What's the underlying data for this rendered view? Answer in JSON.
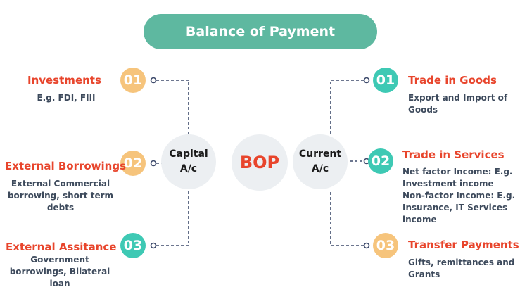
{
  "title": "Balance of Payment",
  "center": {
    "label": "BOP"
  },
  "capital": {
    "label": "Capital\nA/c"
  },
  "current": {
    "label": "Current\nA/c"
  },
  "left_items": [
    {
      "number": "01",
      "heading": "Investments",
      "description": "E.g. FDI, FIII"
    },
    {
      "number": "02",
      "heading": "External Borrowings",
      "description": "External Commercial\nborrowing, short term\ndebts"
    },
    {
      "number": "03",
      "heading": "External Assitance",
      "description": "Government\nborrowings, Bilateral\nloan"
    }
  ],
  "right_items": [
    {
      "number": "01",
      "heading": "Trade in Goods",
      "description": "Export and Import of\nGoods"
    },
    {
      "number": "02",
      "heading": "Trade in Services",
      "description": "Net factor Income: E.g.\nInvestment income\nNon-factor Income: E.g.\nInsurance, IT Services\nincome"
    },
    {
      "number": "03",
      "heading": "Transfer Payments",
      "description": "Gifts, remittances and\nGrants"
    }
  ],
  "colors": {
    "title_bg": "#5eb8a0",
    "heading": "#e8452c",
    "orange_badge": "#f6c47c",
    "teal_badge": "#3ec9b4",
    "hub_bg": "#eceff2",
    "connector": "#3d4a6b"
  }
}
